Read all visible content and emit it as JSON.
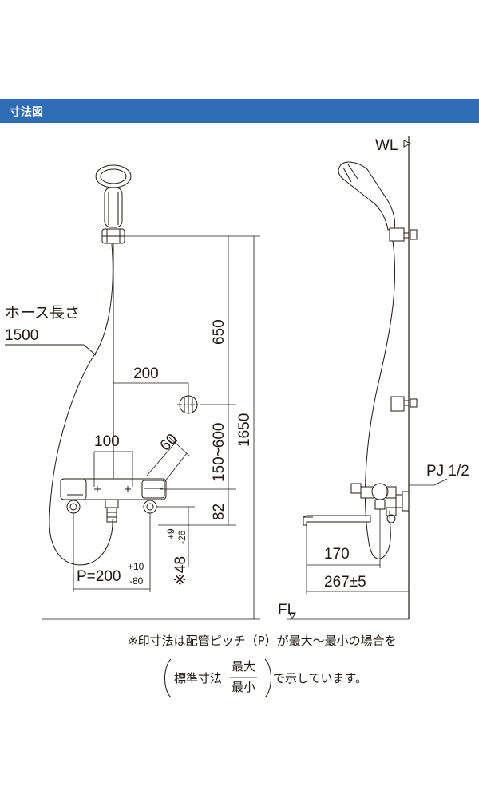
{
  "header": {
    "title": "寸法図"
  },
  "front_view": {
    "hose_label_line1": "ホース長さ",
    "hose_label_line2": "1500",
    "dim_650": "650",
    "dim_1650": "1650",
    "dim_200": "200",
    "dim_100": "100",
    "dim_60": "60",
    "dim_150_600": "150~600",
    "dim_82": "82",
    "pitch_main": "P=200",
    "pitch_plus": "+10",
    "pitch_minus": "-80",
    "depth_main": "※48",
    "depth_plus": "+9",
    "depth_minus": "-26"
  },
  "side_view": {
    "wl_label": "WL",
    "fl_label": "FL",
    "pj_label": "PJ 1/2",
    "dim_170": "170",
    "dim_267": "267±5"
  },
  "note": {
    "line1": "※印寸法は配管ピッチ（P）が最大～最小の場合を",
    "paren_label": "標準寸法",
    "max_label": "最大",
    "min_label": "最小",
    "line2_suffix": "で示しています。"
  }
}
